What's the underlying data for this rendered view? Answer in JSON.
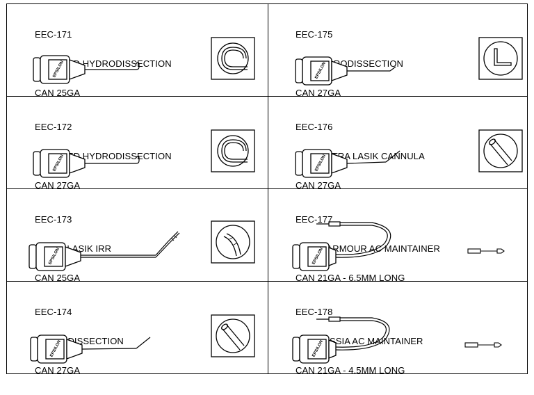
{
  "products": [
    {
      "code": "EEC-171",
      "name": "J-SHAPED HYDRODISSECTION",
      "spec": "CAN 25GA",
      "brand": "EPSILON",
      "tip": "j-hook",
      "detail": "j-curve-icon"
    },
    {
      "code": "EEC-175",
      "name": "KIM HYDRODISSECTION",
      "spec": "CAN 27GA",
      "brand": "EPSILON",
      "tip": "angled-up",
      "detail": "l-bend-icon"
    },
    {
      "code": "EEC-172",
      "name": "J-SHAPED HYDRODISSECTION",
      "spec": "CAN 27GA",
      "brand": "EPSILON",
      "tip": "j-hook",
      "detail": "j-curve-icon"
    },
    {
      "code": "EEC-176",
      "name": "JOHN INTRA LASIK CANNULA",
      "spec": "CAN 27GA",
      "brand": "EPSILON",
      "tip": "angled-up",
      "detail": "tube-end-icon"
    },
    {
      "code": "EEC-173",
      "name": "GUELL LASIK IRR",
      "spec": "CAN 25GA",
      "brand": "EPSILON",
      "tip": "long-angled",
      "detail": "curved-tip-icon"
    },
    {
      "code": "EEC-177",
      "name": "MICKY ARMOUR AC MAINTAINER",
      "spec": "CAN 21GA - 6.5MM LONG",
      "brand": "EPSILON",
      "tip": "tubing-loop",
      "detail": "blade-tip-icon"
    },
    {
      "code": "EEC-174",
      "name": "HYDRODISSECTION",
      "spec": "CAN 27GA",
      "brand": "EPSILON",
      "tip": "angled-up",
      "detail": "tube-end-icon"
    },
    {
      "code": "EEC-178",
      "name": "EHUD ASSIA AC MAINTAINER",
      "spec": "CAN 21GA - 4.5MM LONG",
      "brand": "EPSILON",
      "tip": "tubing-loop",
      "detail": "blade-tip-icon"
    }
  ]
}
